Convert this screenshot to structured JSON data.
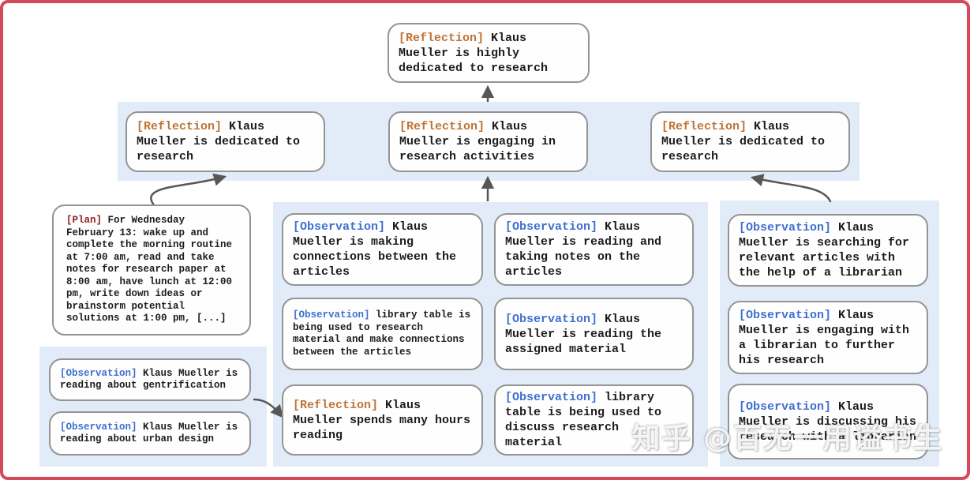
{
  "watermark": {
    "text": "知乎 @百无一用谥书生"
  },
  "colors": {
    "frame_border": "#d5495c",
    "panel_background": "#e2ecf9",
    "node_border": "#949494",
    "node_background": "#fefefe",
    "reflection_tag": "#bf7434",
    "observation_tag": "#3f6fd1",
    "plan_tag": "#8f2422",
    "arrow": "#575757",
    "text": "#1c1c1c"
  },
  "nodes": {
    "root_reflection": {
      "tag": "[Reflection]",
      "text": "Klaus Mueller is highly dedicated to research"
    },
    "reflection_dedicated_left": {
      "tag": "[Reflection]",
      "text": "Klaus Mueller is dedicated to research"
    },
    "reflection_engaging": {
      "tag": "[Reflection]",
      "text": "Klaus Mueller is engaging in research activities"
    },
    "reflection_dedicated_right": {
      "tag": "[Reflection]",
      "text": "Klaus Mueller is dedicated to research"
    },
    "plan": {
      "tag": "[Plan]",
      "text": "For Wednesday February 13: wake up and complete the morning routine at 7:00 am, read and take notes for research paper at 8:00 am, have lunch at 12:00 pm, write down ideas or brainstorm potential solutions at 1:00 pm, [...]"
    },
    "obs_gentrification": {
      "tag": "[Observation]",
      "text": "Klaus Mueller is reading about gentrification"
    },
    "obs_urban_design": {
      "tag": "[Observation]",
      "text": "Klaus Mueller is reading about urban design"
    },
    "obs_connections": {
      "tag": "[Observation]",
      "text": "Klaus Mueller is making connections between the articles"
    },
    "obs_library_research": {
      "tag": "[Observation]",
      "text": "library table is being used to research material and make connections between the articles"
    },
    "reflection_hours": {
      "tag": "[Reflection]",
      "text": "Klaus Mueller spends many hours reading"
    },
    "obs_taking_notes": {
      "tag": "[Observation]",
      "text": "Klaus Mueller is reading and taking notes on the articles"
    },
    "obs_assigned_material": {
      "tag": "[Observation]",
      "text": "Klaus Mueller is reading the assigned material"
    },
    "obs_library_discuss": {
      "tag": "[Observation]",
      "text": "library table is being used to discuss research material"
    },
    "obs_searching_articles": {
      "tag": "[Observation]",
      "text": "Klaus Mueller is searching for relevant articles with the help of a librarian"
    },
    "obs_engaging_librarian": {
      "tag": "[Observation]",
      "text": "Klaus Mueller is engaging with a librarian to further his research"
    },
    "obs_discussing_research": {
      "tag": "[Observation]",
      "text": "Klaus Mueller is discussing his research with a librarian"
    }
  }
}
